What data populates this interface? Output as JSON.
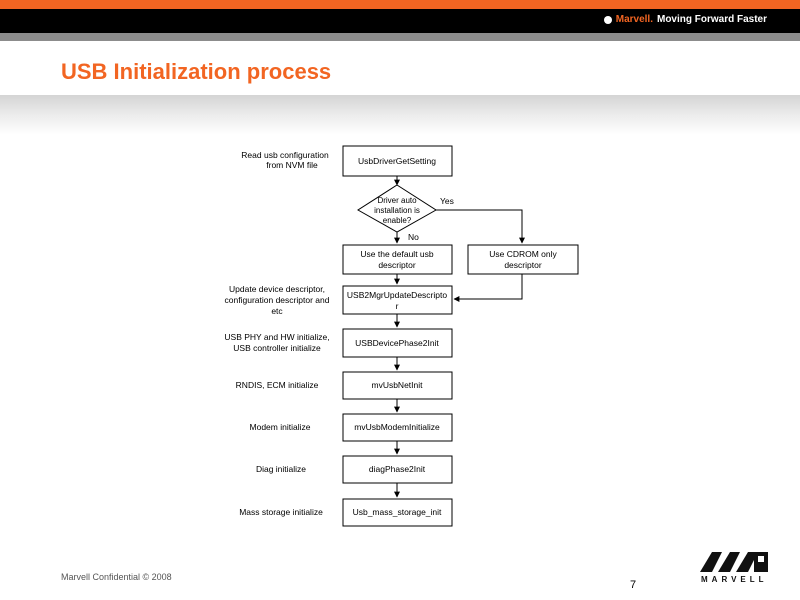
{
  "header": {
    "tagline_brand": "Marvell.",
    "tagline_text": "Moving Forward Faster"
  },
  "slide": {
    "title": "USB Initialization process"
  },
  "flowchart": {
    "steps": [
      {
        "box": "UsbDriverGetSetting",
        "note": "Read usb configuration from NVM file"
      },
      {
        "box": "USB2MgrUpdateDescriptor",
        "note": "Update device descriptor, configuration descriptor and etc"
      },
      {
        "box": "USBDevicePhase2Init",
        "note": "USB PHY and HW initialize, USB controller initialize"
      },
      {
        "box": "mvUsbNetInit",
        "note": "RNDIS, ECM initialize"
      },
      {
        "box": "mvUsbModemInitialize",
        "note": "Modem initialize"
      },
      {
        "box": "diagPhase2Init",
        "note": "Diag initialize"
      },
      {
        "box": "Usb_mass_storage_init",
        "note": "Mass storage initialize"
      }
    ],
    "decision": "Driver auto installation is enable?",
    "yes_label": "Yes",
    "no_label": "No",
    "no_branch": "Use the default usb descriptor",
    "yes_branch": "Use CDROM only descriptor"
  },
  "footer": {
    "confidential": "Marvell Confidential © 2008",
    "page_number": "7",
    "logo_text": "MARVELL"
  },
  "colors": {
    "accent": "#f26522",
    "bar": "#000000"
  }
}
